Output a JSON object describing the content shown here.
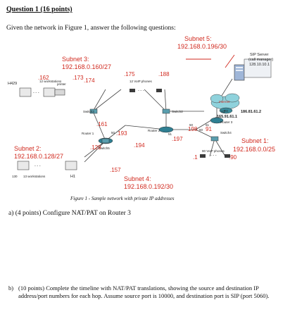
{
  "question": {
    "title": "Question 1 (16 points)",
    "prompt": "Given the network in Figure 1, answer the following questions:"
  },
  "figure": {
    "caption": "Figure 1 - Sample network with private IP addresses",
    "subnets": [
      {
        "name": "Subnet 5:",
        "cidr": "192.168.0.196/30"
      },
      {
        "name": "Subnet 3:",
        "cidr": "192.168.0.160/27"
      },
      {
        "name": "Subnet 2:",
        "cidr": "192.168.0.128/27"
      },
      {
        "name": "Subnet 4:",
        "cidr": "192.168.0.192/30"
      },
      {
        "name": "Subnet 1:",
        "cidr": "192.168.0.0/25"
      }
    ],
    "sip_server": {
      "line1": "SIP Server",
      "line2": "(call manager)",
      "line3": "128.10.10.1"
    },
    "internet_label": "Internet",
    "r4_label": "R4",
    "public_ip_r4": "186.81.61.2",
    "public_ip_r3": "165.91.61.1",
    "device_labels": {
      "switch3": "Switch3",
      "switch2": "Switch2",
      "switch5": "Switch5",
      "switch4": "Switch4",
      "router1": "Router 1",
      "router2": "Router 2",
      "router3": "Router 3",
      "s1": "S1"
    },
    "host_labels": {
      "h429": "H429",
      "h1": "H1",
      "ws_12": "12 workstations",
      "ws_13_num": "130",
      "ws_13": "13 workstations",
      "printer": "printer",
      "voip_12": "12 VoIP phones",
      "voip_90": "90 VoIP phones",
      "dots": "- - -"
    },
    "ip_labels": {
      "a162": ".162",
      "a173": ".173",
      "a174": ".174",
      "a175": ".175",
      "a188": ".188",
      "a161": ".161",
      "a193": ".193",
      "a50": "50",
      "a129": ".129",
      "a194": ".194",
      "a197": ".197",
      "a51": "51",
      "a198": "198",
      "a60": "60",
      "a91": "91",
      "a157": ".157",
      "a1": ".1",
      "a90": ".90",
      "a50b": "50",
      "a51b": "51"
    }
  },
  "part_a": "a)  (4 points) Configure NAT/PAT on Router 3",
  "part_b": {
    "label": "b)",
    "text": "(10 points) Complete the timeline with NAT/PAT translations, showing the source and destination IP address/port numbers for each hop. Assume source port is 10000, and destination port is SIP (port 5060)."
  }
}
